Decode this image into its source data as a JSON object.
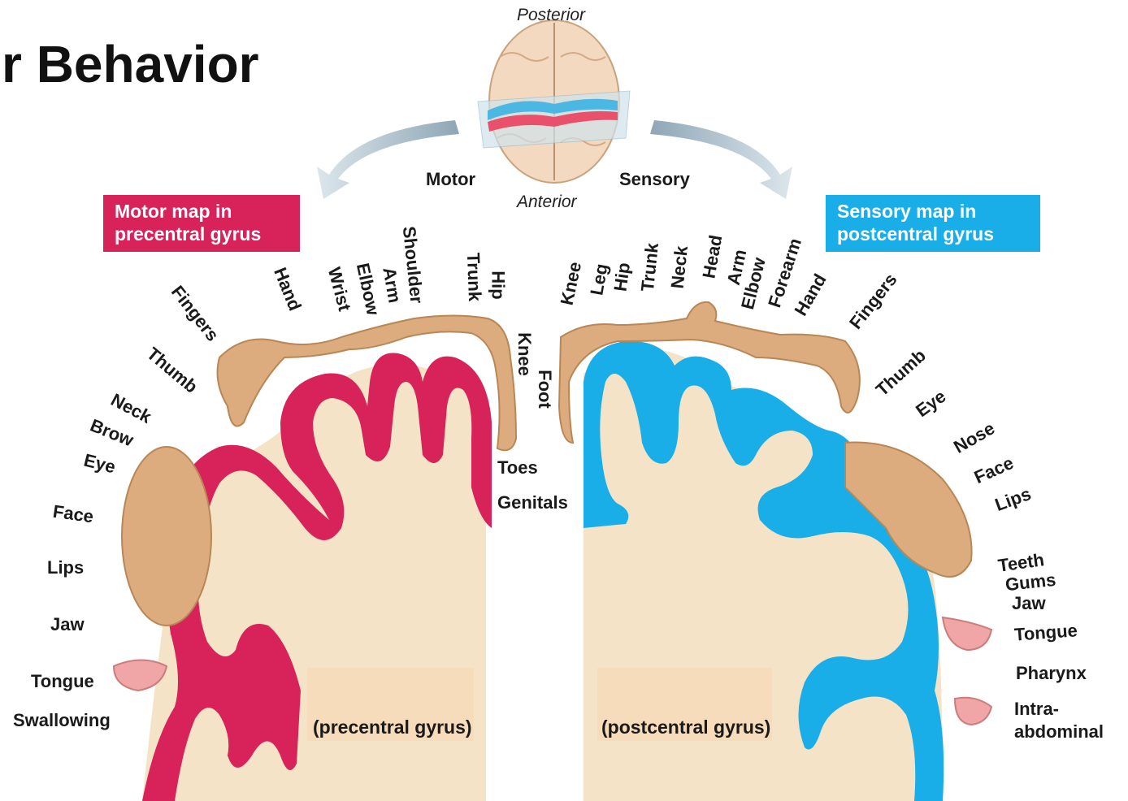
{
  "title": "r Behavior",
  "orientation": {
    "posterior": "Posterior",
    "anterior": "Anterior",
    "motor": "Motor",
    "sensory": "Sensory"
  },
  "motor_box": {
    "line1": "Motor map in",
    "line2": "precentral gyrus"
  },
  "sensory_box": {
    "line1": "Sensory map in",
    "line2": "postcentral gyrus"
  },
  "motor_labels": {
    "fingers": "Fingers",
    "hand": "Hand",
    "wrist": "Wrist",
    "elbow": "Elbow",
    "arm": "Arm",
    "shoulder": "Shoulder",
    "trunk": "Trunk",
    "hip": "Hip",
    "knee": "Knee",
    "foot": "Foot",
    "toes": "Toes",
    "thumb": "Thumb",
    "neck": "Neck",
    "brow": "Brow",
    "eye": "Eye",
    "face": "Face",
    "lips": "Lips",
    "jaw": "Jaw",
    "tongue": "Tongue",
    "swallowing": "Swallowing"
  },
  "sensory_labels": {
    "genitals": "Genitals",
    "knee": "Knee",
    "leg": "Leg",
    "hip": "Hip",
    "trunk": "Trunk",
    "neck": "Neck",
    "head": "Head",
    "arm": "Arm",
    "elbow": "Elbow",
    "forearm": "Forearm",
    "hand": "Hand",
    "fingers": "Fingers",
    "thumb": "Thumb",
    "eye": "Eye",
    "nose": "Nose",
    "face": "Face",
    "lips": "Lips",
    "teeth": "Teeth",
    "gums": "Gums",
    "jaw": "Jaw",
    "tongue": "Tongue",
    "pharynx": "Pharynx",
    "intra1": "Intra-",
    "intra2": "abdominal"
  },
  "gyrus_labels": {
    "precentral": "(precentral gyrus)",
    "postcentral": "(postcentral gyrus)"
  },
  "colors": {
    "motor": "#d8235a",
    "sensory": "#1aaee8",
    "tissue": "#f5e3c8",
    "skin": "#d9a87a"
  }
}
